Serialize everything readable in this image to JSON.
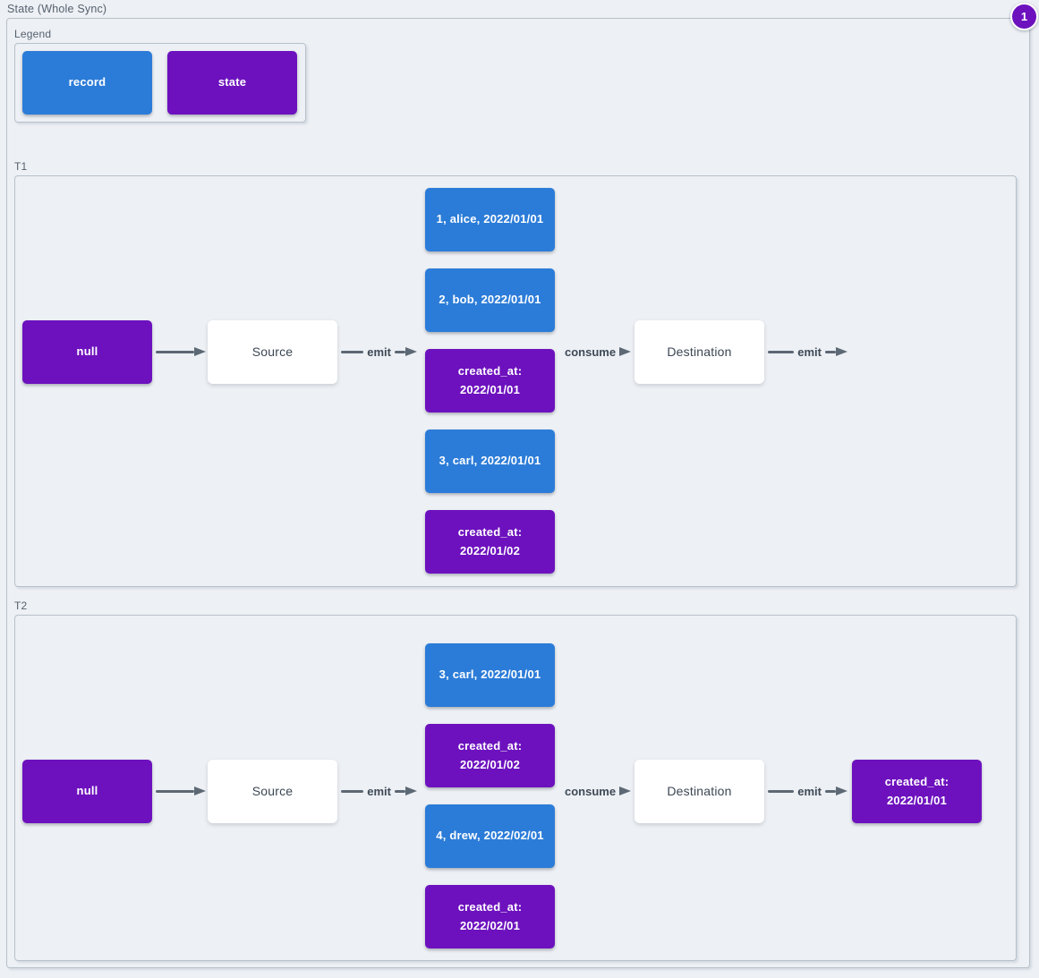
{
  "title": "State (Whole Sync)",
  "badge": {
    "label": "1"
  },
  "colors": {
    "canvas-bg": "#edf0f4",
    "record-blue": "#2b7cd8",
    "state-purple": "#6d11be",
    "arrow-gray": "#5c6874",
    "border-gray": "#b7c0ca"
  },
  "legend": {
    "label": "Legend",
    "record_label": "record",
    "state_label": "state"
  },
  "t1": {
    "label": "T1",
    "null_label": "null",
    "source_label": "Source",
    "destination_label": "Destination",
    "emit_label": "emit",
    "consume_label": "consume",
    "emit_out_label": "emit",
    "messages": [
      {
        "kind": "record",
        "line1": "1, alice, 2022/01/01"
      },
      {
        "kind": "record",
        "line1": "2, bob, 2022/01/01"
      },
      {
        "kind": "state",
        "line1": "created_at:",
        "line2": "2022/01/01"
      },
      {
        "kind": "record",
        "line1": "3, carl, 2022/01/01"
      },
      {
        "kind": "state",
        "line1": "created_at:",
        "line2": "2022/01/02"
      }
    ]
  },
  "t2": {
    "label": "T2",
    "null_label": "null",
    "source_label": "Source",
    "destination_label": "Destination",
    "emit_label": "emit",
    "consume_label": "consume",
    "emit_out_label": "emit",
    "messages": [
      {
        "kind": "record",
        "line1": "3, carl, 2022/01/01"
      },
      {
        "kind": "state",
        "line1": "created_at:",
        "line2": "2022/01/02"
      },
      {
        "kind": "record",
        "line1": "4, drew, 2022/02/01"
      },
      {
        "kind": "state",
        "line1": "created_at:",
        "line2": "2022/02/01"
      }
    ],
    "output": {
      "kind": "state",
      "line1": "created_at:",
      "line2": "2022/01/01"
    }
  }
}
